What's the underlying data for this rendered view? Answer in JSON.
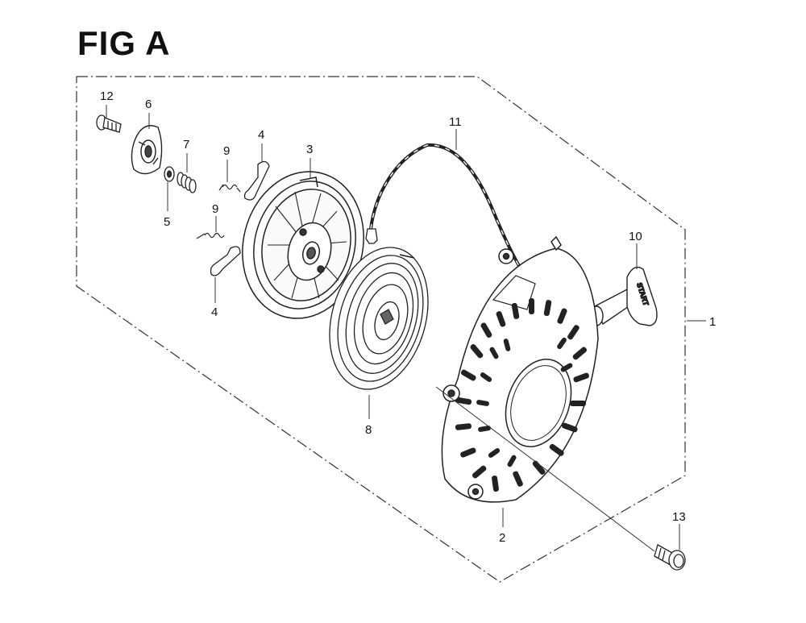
{
  "title": "FIG A",
  "callouts": [
    {
      "id": "c12",
      "label": "12"
    },
    {
      "id": "c6",
      "label": "6"
    },
    {
      "id": "c7",
      "label": "7"
    },
    {
      "id": "c5",
      "label": "5"
    },
    {
      "id": "c9a",
      "label": "9"
    },
    {
      "id": "c4a",
      "label": "4"
    },
    {
      "id": "c3",
      "label": "3"
    },
    {
      "id": "c9b",
      "label": "9"
    },
    {
      "id": "c4b",
      "label": "4"
    },
    {
      "id": "c11",
      "label": "11"
    },
    {
      "id": "c10",
      "label": "10"
    },
    {
      "id": "c1",
      "label": "1"
    },
    {
      "id": "c8",
      "label": "8"
    },
    {
      "id": "c2",
      "label": "2"
    },
    {
      "id": "c13",
      "label": "13"
    }
  ],
  "handle_stamp": "START"
}
